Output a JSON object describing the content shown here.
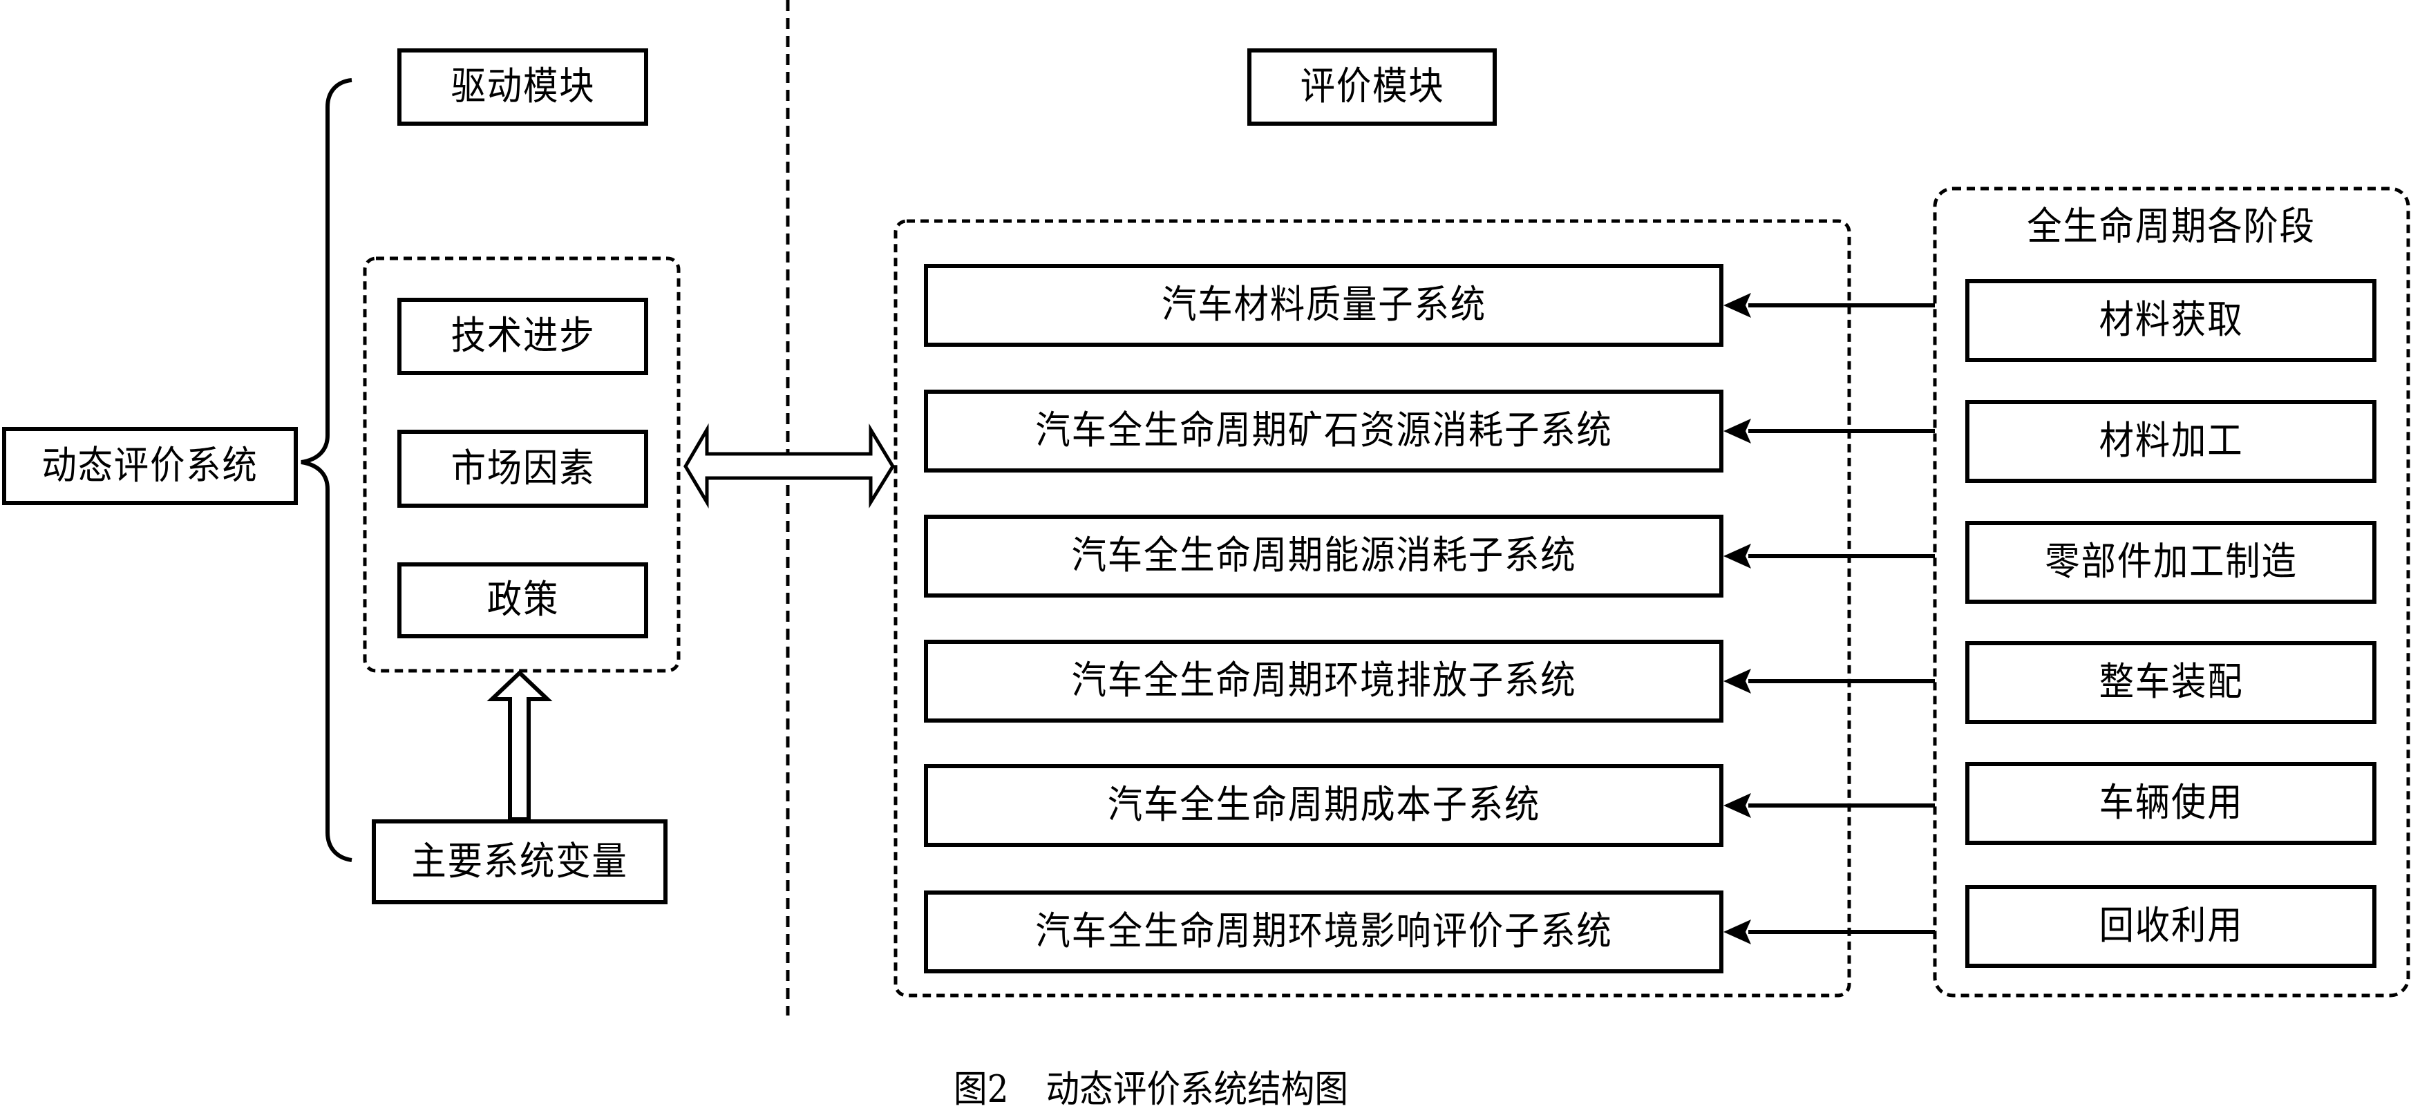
{
  "root": {
    "label": "动态评价系统"
  },
  "drive_module": {
    "title": "驱动模块",
    "factors": [
      "技术进步",
      "市场因素",
      "政策"
    ],
    "input": "主要系统变量"
  },
  "evaluation_module": {
    "title": "评价模块",
    "subsystems": [
      "汽车材料质量子系统",
      "汽车全生命周期矿石资源消耗子系统",
      "汽车全生命周期能源消耗子系统",
      "汽车全生命周期环境排放子系统",
      "汽车全生命周期成本子系统",
      "汽车全生命周期环境影响评价子系统"
    ]
  },
  "lifecycle": {
    "title": "全生命周期各阶段",
    "stages": [
      "材料获取",
      "材料加工",
      "零部件加工制造",
      "整车装配",
      "车辆使用",
      "回收利用"
    ]
  },
  "caption": {
    "figure_no": "图2",
    "title": "动态评价系统结构图"
  }
}
